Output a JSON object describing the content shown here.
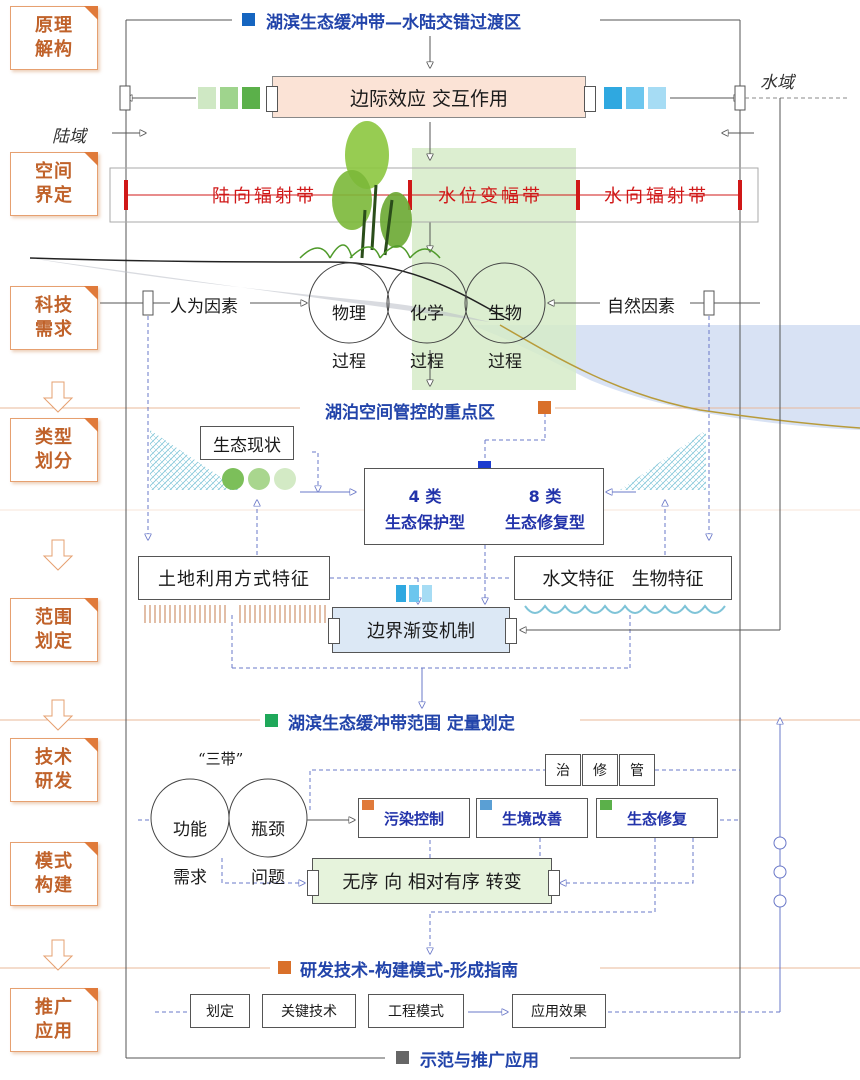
{
  "stages": [
    "原理解构",
    "空间界定",
    "科技需求",
    "类型划分",
    "范围划定",
    "技术研发",
    "模式构建",
    "推广应用"
  ],
  "titles": {
    "t1": "湖滨生态缓冲带—水陆交错过渡区",
    "t2": "湖泊空间管控的重点区",
    "t3": "湖滨生态缓冲带范围  定量划定",
    "t4": "研发技术-构建模式-形成指南",
    "t5": "示范与推广应用"
  },
  "land_label": "陆域",
  "water_label": "水域",
  "edge_box": "边际效应 交互作用",
  "zones": [
    "陆向辐射带",
    "水位变幅带",
    "水向辐射带"
  ],
  "processes": [
    {
      "line1": "物理",
      "line2": "过程"
    },
    {
      "line1": "化学",
      "line2": "过程"
    },
    {
      "line1": "生物",
      "line2": "过程"
    }
  ],
  "human_factor": "人为因素",
  "natural_factor": "自然因素",
  "eco_status": "生态现状",
  "types": {
    "protect_num": "4 类",
    "protect_label": "生态保护型",
    "restore_num": "8 类",
    "restore_label": "生态修复型"
  },
  "land_use": "土地利用方式特征",
  "hydro_bio": "水文特征   生物特征",
  "boundary": "边界渐变机制",
  "three_bands": "“三带”",
  "func_need": {
    "line1": "功能",
    "line2": "需求"
  },
  "bottleneck": {
    "line1": "瓶颈",
    "line2": "问题"
  },
  "gov": [
    "治",
    "修",
    "管"
  ],
  "controls": [
    "污染控制",
    "生境改善",
    "生态修复"
  ],
  "transform": "无序 向 相对有序 转变",
  "flow": [
    "划定",
    "关键技术",
    "工程模式",
    "应用效果"
  ],
  "colors": {
    "title_blue": "#2244aa",
    "stage_orange": "#c0622a",
    "zone_red": "#d01818",
    "green_zone": "#d6ebc8",
    "water_blue": "#d8e2f4",
    "marker_orange": "#d9702a",
    "marker_green": "#1fa85a",
    "marker_blue": "#1565c0",
    "marker_gray": "#666666"
  }
}
